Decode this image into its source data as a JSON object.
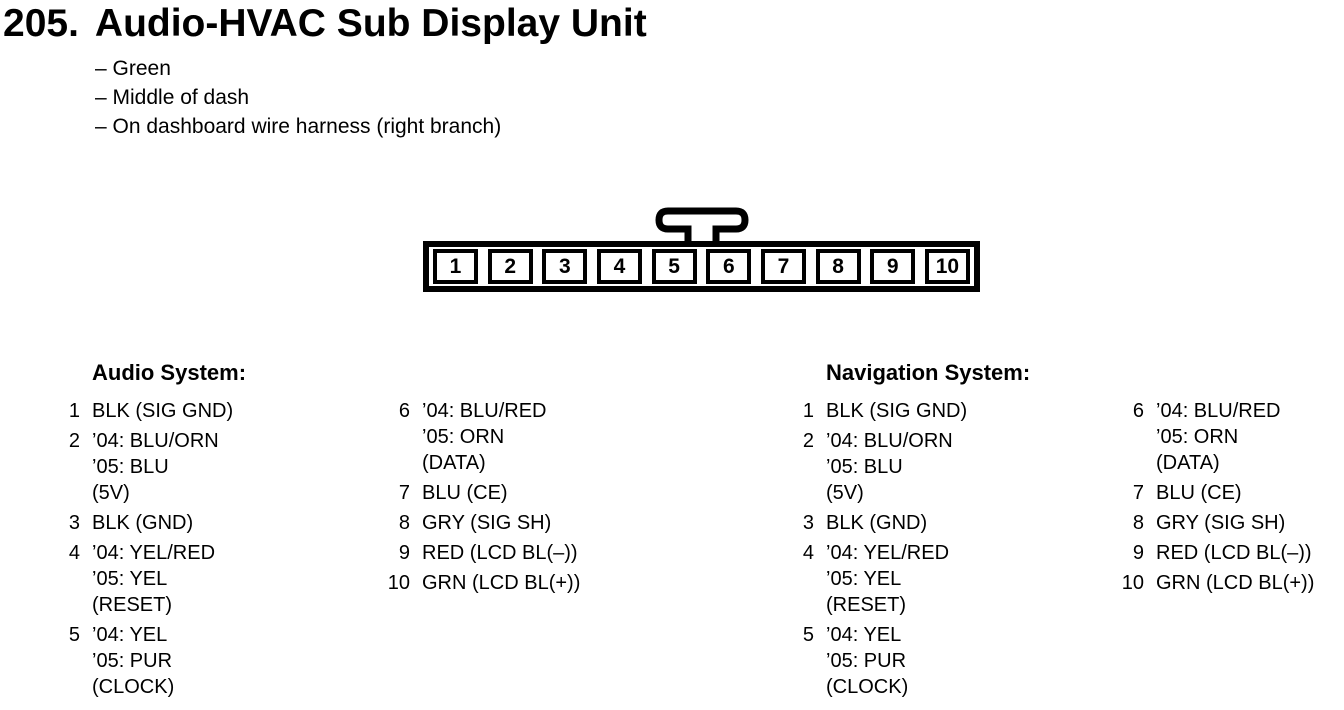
{
  "title": {
    "number": "205.",
    "text": "Audio-HVAC Sub Display Unit"
  },
  "notes": [
    "– Green",
    "– Middle of dash",
    "– On dashboard wire harness (right branch)"
  ],
  "connector": {
    "pins": [
      "1",
      "2",
      "3",
      "4",
      "5",
      "6",
      "7",
      "8",
      "9",
      "10"
    ]
  },
  "systems": [
    {
      "name": "Audio System:",
      "columns": [
        [
          {
            "num": "1",
            "lines": [
              "BLK (SIG GND)"
            ]
          },
          {
            "num": "2",
            "lines": [
              "’04: BLU/ORN",
              "’05: BLU",
              "(5V)"
            ]
          },
          {
            "num": "3",
            "lines": [
              "BLK (GND)"
            ]
          },
          {
            "num": "4",
            "lines": [
              "’04: YEL/RED",
              "’05: YEL",
              "(RESET)"
            ]
          },
          {
            "num": "5",
            "lines": [
              "’04: YEL",
              "’05: PUR",
              "(CLOCK)"
            ]
          }
        ],
        [
          {
            "num": "6",
            "lines": [
              "’04: BLU/RED",
              "’05: ORN",
              "(DATA)"
            ]
          },
          {
            "num": "7",
            "lines": [
              "BLU (CE)"
            ]
          },
          {
            "num": "8",
            "lines": [
              "GRY (SIG SH)"
            ]
          },
          {
            "num": "9",
            "lines": [
              "RED (LCD BL(–))"
            ]
          },
          {
            "num": "10",
            "lines": [
              "GRN (LCD BL(+))"
            ]
          }
        ]
      ]
    },
    {
      "name": "Navigation System:",
      "columns": [
        [
          {
            "num": "1",
            "lines": [
              "BLK (SIG GND)"
            ]
          },
          {
            "num": "2",
            "lines": [
              "’04: BLU/ORN",
              "’05: BLU",
              "(5V)"
            ]
          },
          {
            "num": "3",
            "lines": [
              "BLK (GND)"
            ]
          },
          {
            "num": "4",
            "lines": [
              "’04: YEL/RED",
              "’05: YEL",
              "(RESET)"
            ]
          },
          {
            "num": "5",
            "lines": [
              "’04: YEL",
              "’05: PUR",
              "(CLOCK)"
            ]
          }
        ],
        [
          {
            "num": "6",
            "lines": [
              "’04: BLU/RED",
              "’05: ORN",
              "(DATA)"
            ]
          },
          {
            "num": "7",
            "lines": [
              "BLU (CE)"
            ]
          },
          {
            "num": "8",
            "lines": [
              "GRY (SIG SH)"
            ]
          },
          {
            "num": "9",
            "lines": [
              "RED (LCD BL(–))"
            ]
          },
          {
            "num": "10",
            "lines": [
              "GRN (LCD BL(+))"
            ]
          }
        ]
      ]
    }
  ],
  "colors": {
    "ink": "#000000",
    "paper": "#ffffff"
  }
}
